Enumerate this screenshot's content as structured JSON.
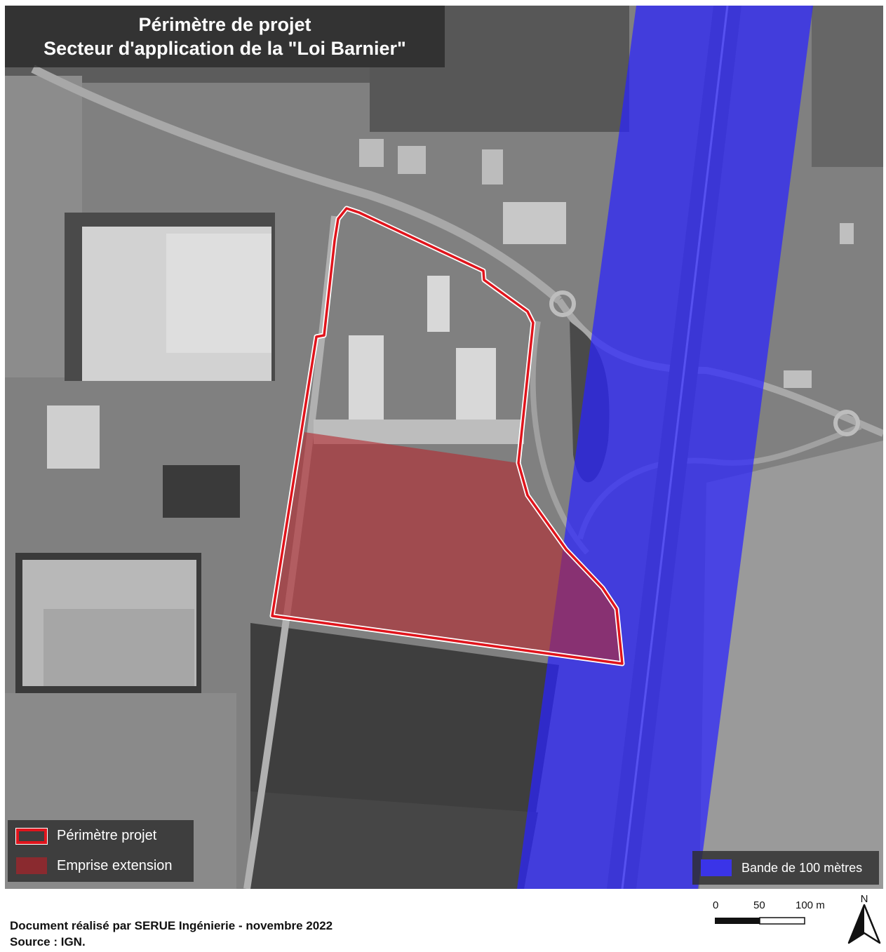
{
  "map": {
    "title_line1": "Périmètre de projet",
    "title_line2": "Secteur d'application de la \"Loi Barnier\"",
    "colors": {
      "perimeter_outline": "#e0141c",
      "extension_fill": "#b32a30",
      "band_fill": "#2a22ff"
    }
  },
  "legend": {
    "perimetre_projet": "Périmètre projet",
    "emprise_extension": "Emprise extension",
    "bande_100m": "Bande de 100 mètres"
  },
  "credits": {
    "line1": "Document réalisé par SERUE Ingénierie - novembre 2022",
    "line2": "Source : IGN."
  },
  "scale_bar": {
    "labels": [
      "0",
      "50",
      "100 m"
    ]
  },
  "north_arrow": {
    "label": "N",
    "icon": "north-arrow-icon"
  }
}
